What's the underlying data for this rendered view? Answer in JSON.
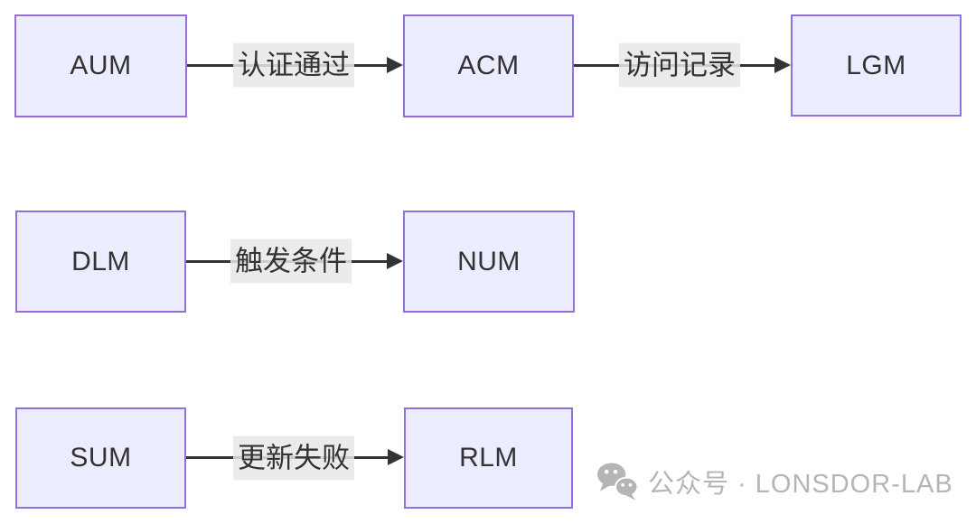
{
  "diagram": {
    "type": "flowchart",
    "nodes": [
      {
        "id": "AUM",
        "label": "AUM"
      },
      {
        "id": "ACM",
        "label": "ACM"
      },
      {
        "id": "LGM",
        "label": "LGM"
      },
      {
        "id": "DLM",
        "label": "DLM"
      },
      {
        "id": "NUM",
        "label": "NUM"
      },
      {
        "id": "SUM",
        "label": "SUM"
      },
      {
        "id": "RLM",
        "label": "RLM"
      }
    ],
    "edges": [
      {
        "from": "AUM",
        "to": "ACM",
        "label": "认证通过"
      },
      {
        "from": "ACM",
        "to": "LGM",
        "label": "访问记录"
      },
      {
        "from": "DLM",
        "to": "NUM",
        "label": "触发条件"
      },
      {
        "from": "SUM",
        "to": "RLM",
        "label": "更新失败"
      }
    ],
    "colors": {
      "node_fill": "#ECECFF",
      "node_border": "#9370DB",
      "edge_line": "#333333",
      "edge_label_bg": "#e8e8e8",
      "text": "#333333"
    }
  },
  "watermark": {
    "icon": "wechat-icon",
    "text": "公众号 · LONSDOR-LAB",
    "color": "#b5b5b5"
  }
}
